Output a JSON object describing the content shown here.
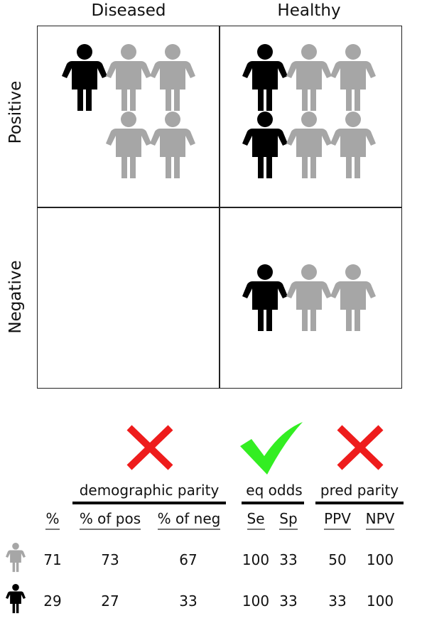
{
  "columns": [
    "Diseased",
    "Healthy"
  ],
  "rows": [
    "Positive",
    "Negative"
  ],
  "colors": {
    "group_a": "#a6a6a6",
    "group_b": "#000000",
    "cross": "#ee1c1c",
    "check": "#33ee22"
  },
  "groups": {
    "demographic_parity": "demographic parity",
    "eq_odds": "eq odds",
    "pred_parity": "pred parity"
  },
  "verdicts": {
    "demographic_parity": "cross-icon",
    "eq_odds": "check-icon",
    "pred_parity": "cross-icon"
  },
  "metric_headers": [
    "%",
    "% of pos",
    "% of neg",
    "Se",
    "Sp",
    "PPV",
    "NPV"
  ],
  "table_rows": [
    {
      "icon": "person-gray-icon",
      "values": [
        "71",
        "73",
        "67",
        "100",
        "33",
        "50",
        "100"
      ]
    },
    {
      "icon": "person-black-icon",
      "values": [
        "29",
        "27",
        "33",
        "100",
        "33",
        "33",
        "100"
      ]
    }
  ]
}
